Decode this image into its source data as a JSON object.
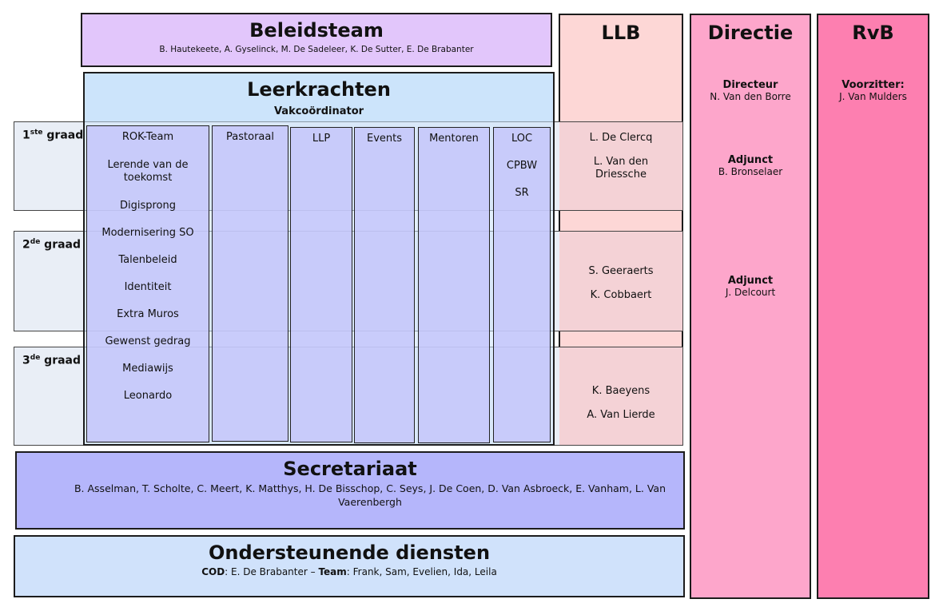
{
  "beleidsteam": {
    "title": "Beleidsteam",
    "members": "B. Hautekeete, A. Gyselinck, M. De Sadeleer, K. De Sutter, E. De Brabanter"
  },
  "llb": {
    "title": "LLB",
    "grade1": [
      "L. De Clercq",
      "L. Van den Driessche"
    ],
    "grade2": [
      "S. Geeraerts",
      "K. Cobbaert"
    ],
    "grade3": [
      "K. Baeyens",
      "A. Van Lierde"
    ]
  },
  "directie": {
    "title": "Directie",
    "entries": [
      {
        "role": "Directeur",
        "name": "N. Van den Borre"
      },
      {
        "role": "Adjunct",
        "name": "B. Bronselaer"
      },
      {
        "role": "Adjunct",
        "name": "J. Delcourt"
      }
    ]
  },
  "rvb": {
    "title": "RvB",
    "role": "Voorzitter:",
    "name": "J. Van Mulders"
  },
  "leerkrachten": {
    "title": "Leerkrachten",
    "subtitle": "Vakcoördinator"
  },
  "grades": [
    {
      "num": "1",
      "sup": "ste",
      "label": "graad"
    },
    {
      "num": "2",
      "sup": "de",
      "label": "graad"
    },
    {
      "num": "3",
      "sup": "de",
      "label": "graad"
    }
  ],
  "columns": {
    "rok": {
      "title": "ROK-Team",
      "items": [
        "Lerende van de toekomst",
        "Digisprong",
        "Modernisering SO",
        "Talenbeleid",
        "Identiteit",
        "Extra Muros",
        "Gewenst gedrag",
        "Mediawijs",
        "Leonardo"
      ]
    },
    "pastoraal": {
      "title": "Pastoraal"
    },
    "llp": {
      "title": "LLP"
    },
    "events": {
      "title": "Events"
    },
    "mentoren": {
      "title": "Mentoren"
    },
    "loc": {
      "title": "LOC",
      "items": [
        "CPBW",
        "SR"
      ]
    }
  },
  "secretariaat": {
    "title": "Secretariaat",
    "members": "B. Asselman, T. Scholte, C. Meert, K. Matthys, H. De Bisschop, C. Seys, J. De Coen, D. Van Asbroeck, E. Vanham, L. Van Vaerenbergh"
  },
  "ondersteunend": {
    "title": "Ondersteunende diensten",
    "cod_label": "COD",
    "cod_value": ": E. De Brabanter – ",
    "team_label": "Team",
    "team_value": ": Frank, Sam, Evelien, Ida, Leila"
  },
  "colors": {
    "beleidsteam": "#e2c6fb",
    "leerkrachten": "#cce4fb",
    "columns": "#c4c6fa",
    "llb": "#fdd7d6",
    "directie": "#fda6cb",
    "rvb": "#fd7fb0",
    "secretariaat": "#b5b6fb",
    "ondersteunend": "#d0e2fb",
    "grade": "#e9eef6"
  }
}
